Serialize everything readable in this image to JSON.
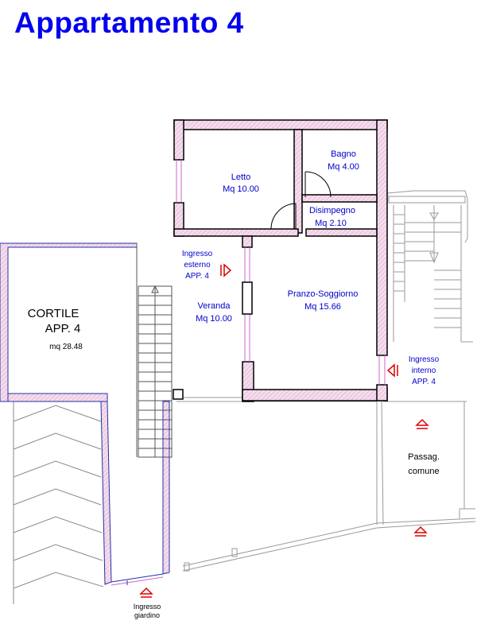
{
  "title": "Appartamento 4",
  "rooms": {
    "letto": {
      "name": "Letto",
      "area": "Mq 10.00"
    },
    "bagno": {
      "name": "Bagno",
      "area": "Mq 4.00"
    },
    "disimpegno": {
      "name": "Disimpegno",
      "area": "Mq 2.10"
    },
    "pranzo": {
      "name": "Pranzo-Soggiorno",
      "area": "Mq 15.66"
    },
    "veranda": {
      "name": "Veranda",
      "area": "Mq 10.00"
    },
    "cortile": {
      "line1": "CORTILE",
      "line2": "APP. 4",
      "area": "mq 28.48"
    },
    "passaggio": {
      "line1": "Passag.",
      "line2": "comune"
    }
  },
  "entrances": {
    "esterno": {
      "line1": "Ingresso",
      "line2": "esterno",
      "line3": "APP. 4"
    },
    "interno": {
      "line1": "Ingresso",
      "line2": "interno",
      "line3": "APP. 4"
    },
    "giardino": {
      "line1": "Ingresso",
      "line2": "giardino"
    }
  },
  "colors": {
    "title": "#0000ee",
    "wall_fill": "#f2d6ea",
    "wall_stroke": "#000000",
    "marker": "#dd0000",
    "outline": "#2233aa"
  }
}
